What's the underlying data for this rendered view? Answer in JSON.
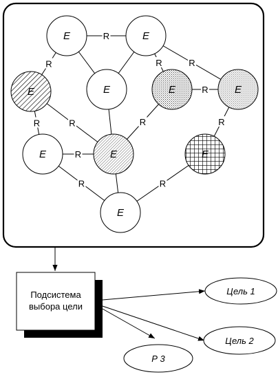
{
  "network": {
    "nodes": [
      {
        "id": "n1",
        "label": "E",
        "fill": "none"
      },
      {
        "id": "n2",
        "label": "E",
        "fill": "none"
      },
      {
        "id": "n3",
        "label": "E",
        "fill": "hatch-diagonal"
      },
      {
        "id": "n4",
        "label": "E",
        "fill": "none"
      },
      {
        "id": "n5",
        "label": "E",
        "fill": "dots"
      },
      {
        "id": "n6",
        "label": "E",
        "fill": "dots-light"
      },
      {
        "id": "n7",
        "label": "E",
        "fill": "none"
      },
      {
        "id": "n8",
        "label": "E",
        "fill": "hatch-fine"
      },
      {
        "id": "n9",
        "label": "E",
        "fill": "crosshatch"
      },
      {
        "id": "n10",
        "label": "E",
        "fill": "none"
      }
    ],
    "edges": [
      {
        "from": "n1",
        "to": "n2",
        "label": "R"
      },
      {
        "from": "n1",
        "to": "n3",
        "label": "R"
      },
      {
        "from": "n1",
        "to": "n4",
        "label": ""
      },
      {
        "from": "n2",
        "to": "n4",
        "label": ""
      },
      {
        "from": "n2",
        "to": "n5",
        "label": "R"
      },
      {
        "from": "n2",
        "to": "n6",
        "label": "R"
      },
      {
        "from": "n3",
        "to": "n8",
        "label": "R"
      },
      {
        "from": "n3",
        "to": "n7",
        "label": "R"
      },
      {
        "from": "n4",
        "to": "n8",
        "label": ""
      },
      {
        "from": "n5",
        "to": "n6",
        "label": "R"
      },
      {
        "from": "n5",
        "to": "n8",
        "label": "R"
      },
      {
        "from": "n6",
        "to": "n9",
        "label": "R"
      },
      {
        "from": "n7",
        "to": "n8",
        "label": "R"
      },
      {
        "from": "n7",
        "to": "n10",
        "label": "R"
      },
      {
        "from": "n8",
        "to": "n10",
        "label": ""
      },
      {
        "from": "n9",
        "to": "n10",
        "label": "R"
      }
    ]
  },
  "subsystem": {
    "line1": "Подсистема",
    "line2": "выбора цели"
  },
  "goals": [
    {
      "id": "g1",
      "label": "Цель 1"
    },
    {
      "id": "g2",
      "label": "Цель 2"
    },
    {
      "id": "g3",
      "label": "Р 3"
    }
  ]
}
